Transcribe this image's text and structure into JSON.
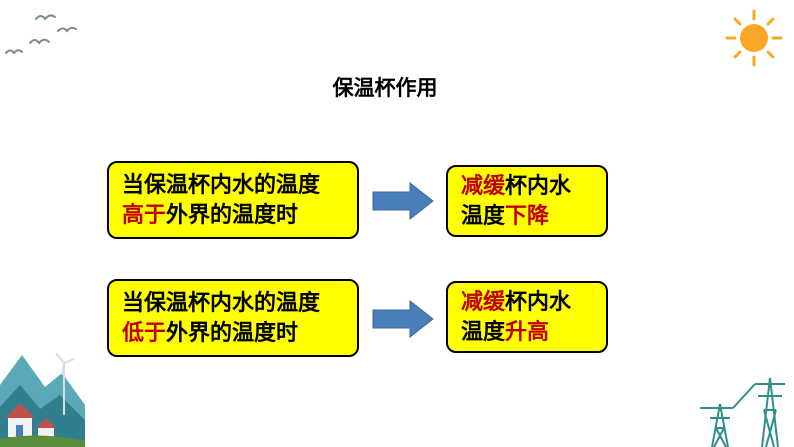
{
  "title": "保温杯作用",
  "rows": [
    {
      "left": {
        "line1": "当保温杯内水的温度",
        "line2_highlight": "高于",
        "line2_rest": "外界的温度时"
      },
      "right": {
        "line1_highlight": "减缓",
        "line1_rest": "杯内水",
        "line2_plain": "温度",
        "line2_highlight": "下降"
      }
    },
    {
      "left": {
        "line1": "当保温杯内水的温度",
        "line2_highlight": "低于",
        "line2_rest": "外界的温度时"
      },
      "right": {
        "line1_highlight": "减缓",
        "line1_rest": "杯内水",
        "line2_plain": "温度",
        "line2_highlight": "升高"
      }
    }
  ],
  "colors": {
    "box_fill": "#ffff00",
    "highlight": "#c00000",
    "arrow": "#4a7ebb",
    "sun": "#f9a825"
  },
  "icons": [
    "birds-icon",
    "sun-icon",
    "house-landscape-icon",
    "power-tower-icon"
  ]
}
